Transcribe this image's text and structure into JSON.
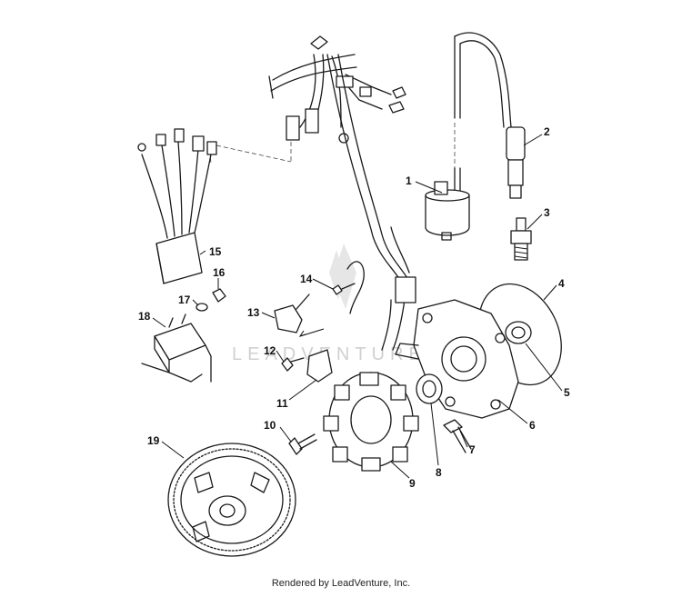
{
  "watermark": "LEADVENTURE",
  "credit": "Rendered by LeadVenture, Inc.",
  "callouts": [
    {
      "id": "1",
      "label": "1"
    },
    {
      "id": "2",
      "label": "2"
    },
    {
      "id": "3",
      "label": "3"
    },
    {
      "id": "4",
      "label": "4"
    },
    {
      "id": "5",
      "label": "5"
    },
    {
      "id": "6",
      "label": "6"
    },
    {
      "id": "7",
      "label": "7"
    },
    {
      "id": "8",
      "label": "8"
    },
    {
      "id": "9",
      "label": "9"
    },
    {
      "id": "10",
      "label": "10"
    },
    {
      "id": "11",
      "label": "11"
    },
    {
      "id": "12",
      "label": "12"
    },
    {
      "id": "13",
      "label": "13"
    },
    {
      "id": "14",
      "label": "14"
    },
    {
      "id": "15",
      "label": "15"
    },
    {
      "id": "16",
      "label": "16"
    },
    {
      "id": "17",
      "label": "17"
    },
    {
      "id": "18",
      "label": "18"
    },
    {
      "id": "19",
      "label": "19"
    }
  ]
}
